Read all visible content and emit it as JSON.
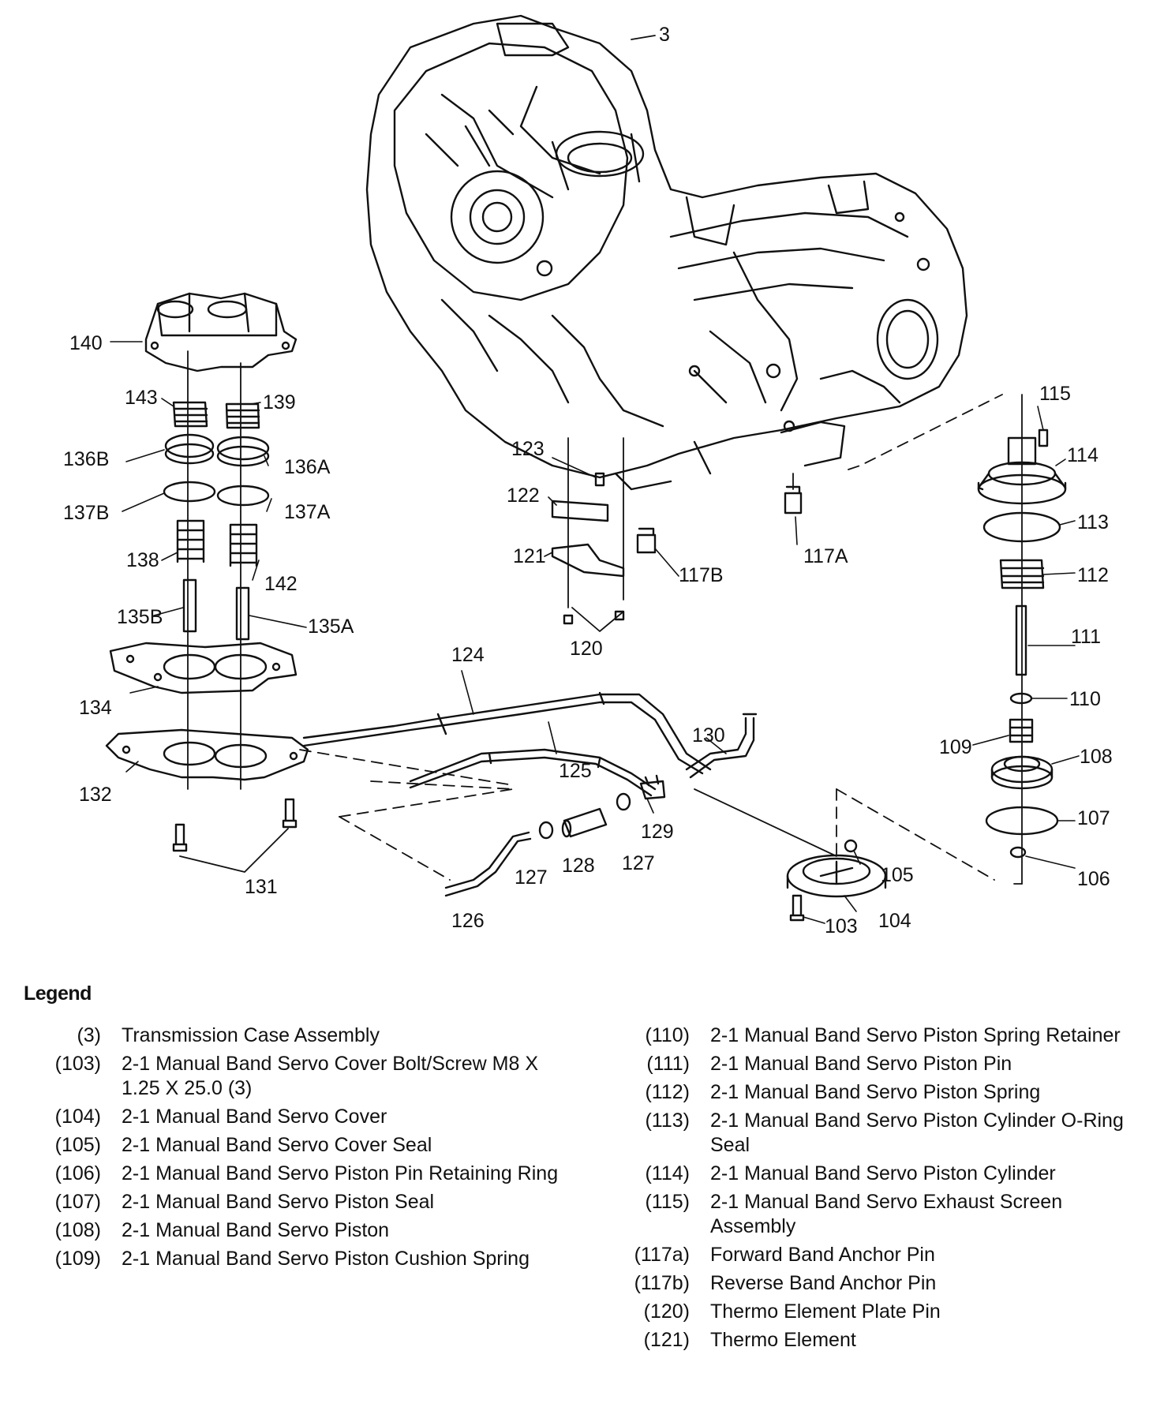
{
  "diagram": {
    "part_labels": [
      {
        "id": "3",
        "text": "3"
      },
      {
        "id": "140",
        "text": "140"
      },
      {
        "id": "143",
        "text": "143"
      },
      {
        "id": "139",
        "text": "139"
      },
      {
        "id": "136B",
        "text": "136B"
      },
      {
        "id": "136A",
        "text": "136A"
      },
      {
        "id": "137B",
        "text": "137B"
      },
      {
        "id": "137A",
        "text": "137A"
      },
      {
        "id": "138",
        "text": "138"
      },
      {
        "id": "142",
        "text": "142"
      },
      {
        "id": "135B",
        "text": "135B"
      },
      {
        "id": "135A",
        "text": "135A"
      },
      {
        "id": "134",
        "text": "134"
      },
      {
        "id": "132",
        "text": "132"
      },
      {
        "id": "131",
        "text": "131"
      },
      {
        "id": "123",
        "text": "123"
      },
      {
        "id": "122",
        "text": "122"
      },
      {
        "id": "121",
        "text": "121"
      },
      {
        "id": "120",
        "text": "120"
      },
      {
        "id": "117B",
        "text": "117B"
      },
      {
        "id": "117A",
        "text": "117A"
      },
      {
        "id": "124",
        "text": "124"
      },
      {
        "id": "125",
        "text": "125"
      },
      {
        "id": "126",
        "text": "126"
      },
      {
        "id": "127a",
        "text": "127"
      },
      {
        "id": "127b",
        "text": "127"
      },
      {
        "id": "128",
        "text": "128"
      },
      {
        "id": "129",
        "text": "129"
      },
      {
        "id": "130",
        "text": "130"
      },
      {
        "id": "105",
        "text": "105"
      },
      {
        "id": "104",
        "text": "104"
      },
      {
        "id": "103",
        "text": "103"
      },
      {
        "id": "115",
        "text": "115"
      },
      {
        "id": "114",
        "text": "114"
      },
      {
        "id": "113",
        "text": "113"
      },
      {
        "id": "112",
        "text": "112"
      },
      {
        "id": "111",
        "text": "111"
      },
      {
        "id": "110",
        "text": "110"
      },
      {
        "id": "109",
        "text": "109"
      },
      {
        "id": "108",
        "text": "108"
      },
      {
        "id": "107",
        "text": "107"
      },
      {
        "id": "106",
        "text": "106"
      }
    ]
  },
  "legend": {
    "title": "Legend",
    "left": [
      {
        "num": "(3)",
        "desc": "Transmission Case Assembly"
      },
      {
        "num": "(103)",
        "desc": "2-1 Manual Band Servo Cover Bolt/Screw M8 X 1.25 X 25.0 (3)"
      },
      {
        "num": "(104)",
        "desc": "2-1 Manual Band Servo Cover"
      },
      {
        "num": "(105)",
        "desc": "2-1 Manual Band Servo Cover Seal"
      },
      {
        "num": "(106)",
        "desc": "2-1 Manual Band Servo Piston Pin Retaining Ring"
      },
      {
        "num": "(107)",
        "desc": "2-1 Manual Band Servo Piston Seal"
      },
      {
        "num": "(108)",
        "desc": "2-1 Manual Band Servo Piston"
      },
      {
        "num": "(109)",
        "desc": "2-1 Manual Band Servo Piston Cushion Spring"
      }
    ],
    "right": [
      {
        "num": "(110)",
        "desc": "2-1 Manual Band Servo Piston Spring Retainer"
      },
      {
        "num": "(111)",
        "desc": "2-1 Manual Band Servo Piston Pin"
      },
      {
        "num": "(112)",
        "desc": "2-1 Manual Band Servo Piston Spring"
      },
      {
        "num": "(113)",
        "desc": "2-1 Manual Band Servo Piston Cylinder O-Ring Seal"
      },
      {
        "num": "(114)",
        "desc": "2-1 Manual Band Servo Piston Cylinder"
      },
      {
        "num": "(115)",
        "desc": "2-1 Manual Band Servo Exhaust Screen Assembly"
      },
      {
        "num": "(117a)",
        "desc": "Forward Band Anchor Pin"
      },
      {
        "num": "(117b)",
        "desc": "Reverse Band Anchor Pin"
      },
      {
        "num": "(120)",
        "desc": "Thermo Element Plate Pin"
      },
      {
        "num": "(121)",
        "desc": "Thermo Element"
      }
    ]
  }
}
